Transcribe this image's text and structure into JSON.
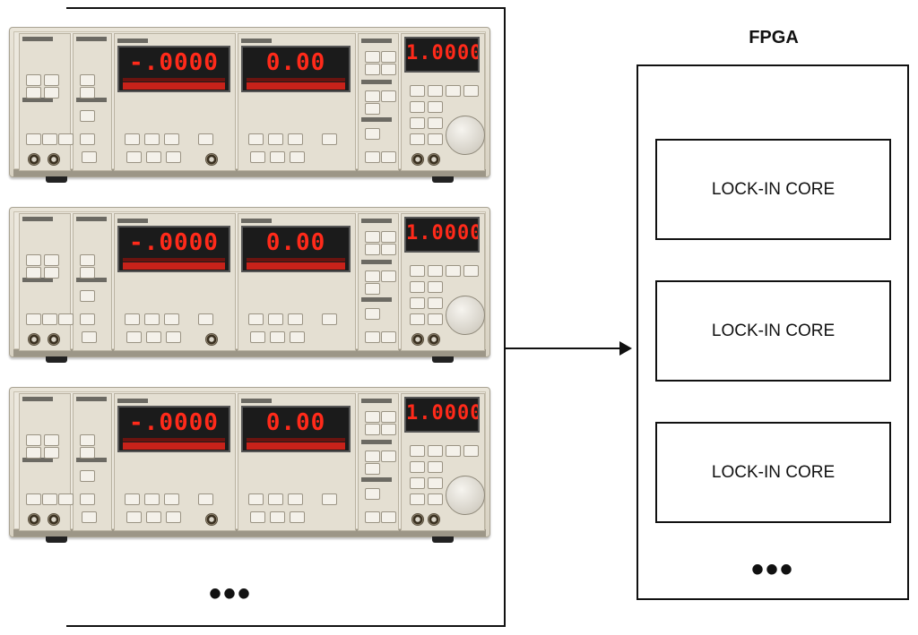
{
  "fpga": {
    "title": "FPGA",
    "cores": [
      "LOCK-IN CORE",
      "LOCK-IN CORE",
      "LOCK-IN CORE"
    ],
    "more": "•••"
  },
  "instruments": [
    {
      "ch1": "-.0000",
      "ch2": "0.00",
      "ref": "1.0000"
    },
    {
      "ch1": "-.0000",
      "ch2": "0.00",
      "ref": "1.0000"
    },
    {
      "ch1": "-.0000",
      "ch2": "0.00",
      "ref": "1.0000"
    }
  ],
  "instruments_more": "•••"
}
